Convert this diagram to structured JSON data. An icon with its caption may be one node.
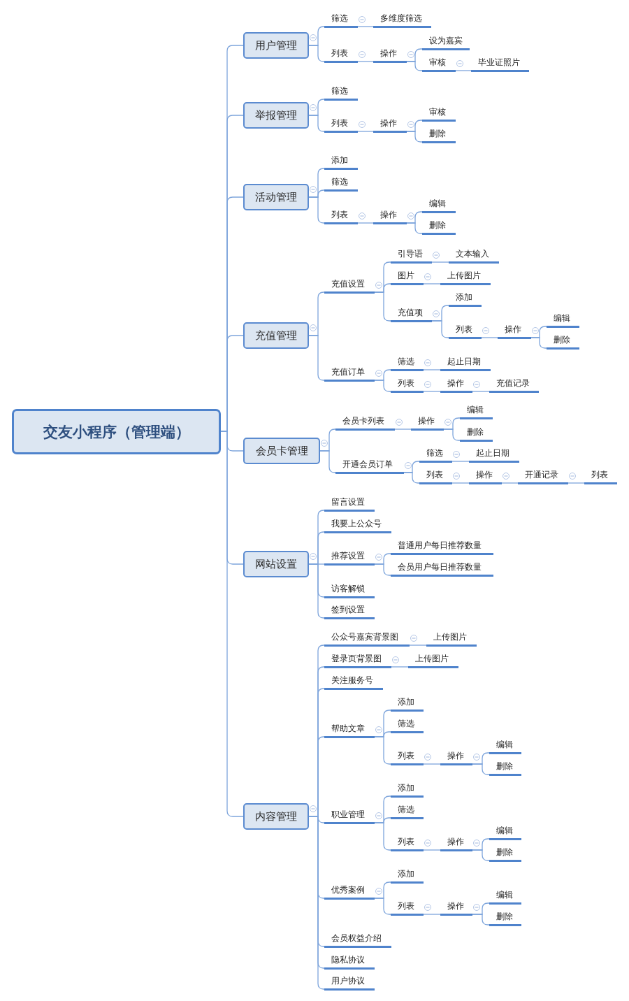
{
  "diagram": {
    "nodes": [
      {
        "text": [
          "交友小程序（管理端）"
        ]
      },
      {
        "text": [
          "用户管理"
        ]
      },
      {
        "text": [
          "筛选"
        ]
      },
      {
        "text": [
          "多维度筛选"
        ]
      },
      {
        "text": [
          "列表"
        ]
      },
      {
        "text": [
          "操作"
        ]
      },
      {
        "text": [
          "设为嘉宾"
        ]
      },
      {
        "text": [
          "审核"
        ]
      },
      {
        "text": [
          "毕业证照片"
        ]
      },
      {
        "text": [
          "举报管理"
        ]
      },
      {
        "text": [
          "筛选"
        ]
      },
      {
        "text": [
          "列表"
        ]
      },
      {
        "text": [
          "操作"
        ]
      },
      {
        "text": [
          "审核"
        ]
      },
      {
        "text": [
          "删除"
        ]
      },
      {
        "text": [
          "活动管理"
        ]
      },
      {
        "text": [
          "添加"
        ]
      },
      {
        "text": [
          "筛选"
        ]
      },
      {
        "text": [
          "列表"
        ]
      },
      {
        "text": [
          "操作"
        ]
      },
      {
        "text": [
          "编辑"
        ]
      },
      {
        "text": [
          "删除"
        ]
      },
      {
        "text": [
          "充值管理"
        ]
      },
      {
        "text": [
          "充值设置"
        ]
      },
      {
        "text": [
          "引导语"
        ]
      },
      {
        "text": [
          "文本输入"
        ]
      },
      {
        "text": [
          "图片"
        ]
      },
      {
        "text": [
          "上传图片"
        ]
      },
      {
        "text": [
          "充值项"
        ]
      },
      {
        "text": [
          "添加"
        ]
      },
      {
        "text": [
          "列表"
        ]
      },
      {
        "text": [
          "操作"
        ]
      },
      {
        "text": [
          "编辑"
        ]
      },
      {
        "text": [
          "删除"
        ]
      },
      {
        "text": [
          "充值订单"
        ]
      },
      {
        "text": [
          "筛选"
        ]
      },
      {
        "text": [
          "起止日期"
        ]
      },
      {
        "text": [
          "列表"
        ]
      },
      {
        "text": [
          "操作"
        ]
      },
      {
        "text": [
          "充值记录"
        ]
      },
      {
        "text": [
          "会员卡管理"
        ]
      },
      {
        "text": [
          "会员卡列表"
        ]
      },
      {
        "text": [
          "操作"
        ]
      },
      {
        "text": [
          "编辑"
        ]
      },
      {
        "text": [
          "删除"
        ]
      },
      {
        "text": [
          "开通会员订单"
        ]
      },
      {
        "text": [
          "筛选"
        ]
      },
      {
        "text": [
          "起止日期"
        ]
      },
      {
        "text": [
          "列表"
        ]
      },
      {
        "text": [
          "操作"
        ]
      },
      {
        "text": [
          "开通记录"
        ]
      },
      {
        "text": [
          "列表"
        ]
      },
      {
        "text": [
          "网站设置"
        ]
      },
      {
        "text": [
          "留言设置"
        ]
      },
      {
        "text": [
          "我要上公众号"
        ]
      },
      {
        "text": [
          "推荐设置"
        ]
      },
      {
        "text": [
          "普通用户每日推荐数量"
        ]
      },
      {
        "text": [
          "会员用户每日推荐数量"
        ]
      },
      {
        "text": [
          "访客解锁"
        ]
      },
      {
        "text": [
          "签到设置"
        ]
      },
      {
        "text": [
          "内容管理"
        ]
      },
      {
        "text": [
          "公众号嘉宾背景图"
        ]
      },
      {
        "text": [
          "上传图片"
        ]
      },
      {
        "text": [
          "登录页背景图"
        ]
      },
      {
        "text": [
          "上传图片"
        ]
      },
      {
        "text": [
          "关注服务号"
        ]
      },
      {
        "text": [
          "帮助文章"
        ]
      },
      {
        "text": [
          "添加"
        ]
      },
      {
        "text": [
          "筛选"
        ]
      },
      {
        "text": [
          "列表"
        ]
      },
      {
        "text": [
          "操作"
        ]
      },
      {
        "text": [
          "编辑"
        ]
      },
      {
        "text": [
          "删除"
        ]
      },
      {
        "text": [
          "职业管理"
        ]
      },
      {
        "text": [
          "添加"
        ]
      },
      {
        "text": [
          "筛选"
        ]
      },
      {
        "text": [
          "列表"
        ]
      },
      {
        "text": [
          "操作"
        ]
      },
      {
        "text": [
          "编辑"
        ]
      },
      {
        "text": [
          "删除"
        ]
      },
      {
        "text": [
          "优秀案例"
        ]
      },
      {
        "text": [
          "添加"
        ]
      },
      {
        "text": [
          "列表"
        ]
      },
      {
        "text": [
          "操作"
        ]
      },
      {
        "text": [
          "编辑"
        ]
      },
      {
        "text": [
          "删除"
        ]
      },
      {
        "text": [
          "会员权益介绍"
        ]
      },
      {
        "text": [
          "隐私协议"
        ]
      },
      {
        "text": [
          "用户协议"
        ]
      }
    ],
    "edges": [
      {
        "from": 0,
        "to": 1,
        "arrow": "none"
      },
      {
        "from": 0,
        "to": 9,
        "arrow": "none"
      },
      {
        "from": 0,
        "to": 15,
        "arrow": "none"
      },
      {
        "from": 0,
        "to": 22,
        "arrow": "none"
      },
      {
        "from": 0,
        "to": 40,
        "arrow": "none"
      },
      {
        "from": 0,
        "to": 52,
        "arrow": "none"
      },
      {
        "from": 0,
        "to": 60,
        "arrow": "none"
      },
      {
        "from": 1,
        "to": 2,
        "arrow": "none"
      },
      {
        "from": 1,
        "to": 4,
        "arrow": "none"
      },
      {
        "from": 2,
        "to": 3,
        "arrow": "none"
      },
      {
        "from": 4,
        "to": 5,
        "arrow": "none"
      },
      {
        "from": 5,
        "to": 6,
        "arrow": "none"
      },
      {
        "from": 5,
        "to": 7,
        "arrow": "none"
      },
      {
        "from": 7,
        "to": 8,
        "arrow": "none"
      },
      {
        "from": 9,
        "to": 10,
        "arrow": "none"
      },
      {
        "from": 9,
        "to": 11,
        "arrow": "none"
      },
      {
        "from": 11,
        "to": 12,
        "arrow": "none"
      },
      {
        "from": 12,
        "to": 13,
        "arrow": "none"
      },
      {
        "from": 12,
        "to": 14,
        "arrow": "none"
      },
      {
        "from": 15,
        "to": 16,
        "arrow": "none"
      },
      {
        "from": 15,
        "to": 17,
        "arrow": "none"
      },
      {
        "from": 15,
        "to": 18,
        "arrow": "none"
      },
      {
        "from": 18,
        "to": 19,
        "arrow": "none"
      },
      {
        "from": 19,
        "to": 20,
        "arrow": "none"
      },
      {
        "from": 19,
        "to": 21,
        "arrow": "none"
      },
      {
        "from": 22,
        "to": 23,
        "arrow": "none"
      },
      {
        "from": 22,
        "to": 34,
        "arrow": "none"
      },
      {
        "from": 23,
        "to": 24,
        "arrow": "none"
      },
      {
        "from": 23,
        "to": 26,
        "arrow": "none"
      },
      {
        "from": 23,
        "to": 28,
        "arrow": "none"
      },
      {
        "from": 24,
        "to": 25,
        "arrow": "none"
      },
      {
        "from": 26,
        "to": 27,
        "arrow": "none"
      },
      {
        "from": 28,
        "to": 29,
        "arrow": "none"
      },
      {
        "from": 28,
        "to": 30,
        "arrow": "none"
      },
      {
        "from": 30,
        "to": 31,
        "arrow": "none"
      },
      {
        "from": 31,
        "to": 32,
        "arrow": "none"
      },
      {
        "from": 31,
        "to": 33,
        "arrow": "none"
      },
      {
        "from": 34,
        "to": 35,
        "arrow": "none"
      },
      {
        "from": 34,
        "to": 37,
        "arrow": "none"
      },
      {
        "from": 35,
        "to": 36,
        "arrow": "none"
      },
      {
        "from": 37,
        "to": 38,
        "arrow": "none"
      },
      {
        "from": 38,
        "to": 39,
        "arrow": "none"
      },
      {
        "from": 40,
        "to": 41,
        "arrow": "none"
      },
      {
        "from": 40,
        "to": 45,
        "arrow": "none"
      },
      {
        "from": 41,
        "to": 42,
        "arrow": "none"
      },
      {
        "from": 42,
        "to": 43,
        "arrow": "none"
      },
      {
        "from": 42,
        "to": 44,
        "arrow": "none"
      },
      {
        "from": 45,
        "to": 46,
        "arrow": "none"
      },
      {
        "from": 45,
        "to": 48,
        "arrow": "none"
      },
      {
        "from": 46,
        "to": 47,
        "arrow": "none"
      },
      {
        "from": 48,
        "to": 49,
        "arrow": "none"
      },
      {
        "from": 49,
        "to": 50,
        "arrow": "none"
      },
      {
        "from": 50,
        "to": 51,
        "arrow": "none"
      },
      {
        "from": 52,
        "to": 53,
        "arrow": "none"
      },
      {
        "from": 52,
        "to": 54,
        "arrow": "none"
      },
      {
        "from": 52,
        "to": 55,
        "arrow": "none"
      },
      {
        "from": 52,
        "to": 58,
        "arrow": "none"
      },
      {
        "from": 52,
        "to": 59,
        "arrow": "none"
      },
      {
        "from": 55,
        "to": 56,
        "arrow": "none"
      },
      {
        "from": 55,
        "to": 57,
        "arrow": "none"
      },
      {
        "from": 60,
        "to": 61,
        "arrow": "none"
      },
      {
        "from": 60,
        "to": 63,
        "arrow": "none"
      },
      {
        "from": 60,
        "to": 65,
        "arrow": "none"
      },
      {
        "from": 60,
        "to": 66,
        "arrow": "none"
      },
      {
        "from": 60,
        "to": 73,
        "arrow": "none"
      },
      {
        "from": 60,
        "to": 80,
        "arrow": "none"
      },
      {
        "from": 60,
        "to": 86,
        "arrow": "none"
      },
      {
        "from": 60,
        "to": 87,
        "arrow": "none"
      },
      {
        "from": 60,
        "to": 88,
        "arrow": "none"
      },
      {
        "from": 61,
        "to": 62,
        "arrow": "none"
      },
      {
        "from": 63,
        "to": 64,
        "arrow": "none"
      },
      {
        "from": 66,
        "to": 67,
        "arrow": "none"
      },
      {
        "from": 66,
        "to": 68,
        "arrow": "none"
      },
      {
        "from": 66,
        "to": 69,
        "arrow": "none"
      },
      {
        "from": 69,
        "to": 70,
        "arrow": "none"
      },
      {
        "from": 70,
        "to": 71,
        "arrow": "none"
      },
      {
        "from": 70,
        "to": 72,
        "arrow": "none"
      },
      {
        "from": 73,
        "to": 74,
        "arrow": "none"
      },
      {
        "from": 73,
        "to": 75,
        "arrow": "none"
      },
      {
        "from": 73,
        "to": 76,
        "arrow": "none"
      },
      {
        "from": 76,
        "to": 77,
        "arrow": "none"
      },
      {
        "from": 77,
        "to": 78,
        "arrow": "none"
      },
      {
        "from": 77,
        "to": 79,
        "arrow": "none"
      },
      {
        "from": 80,
        "to": 81,
        "arrow": "none"
      },
      {
        "from": 80,
        "to": 82,
        "arrow": "none"
      },
      {
        "from": 82,
        "to": 83,
        "arrow": "none"
      },
      {
        "from": 83,
        "to": 84,
        "arrow": "none"
      },
      {
        "from": 83,
        "to": 85,
        "arrow": "none"
      }
    ]
  }
}
